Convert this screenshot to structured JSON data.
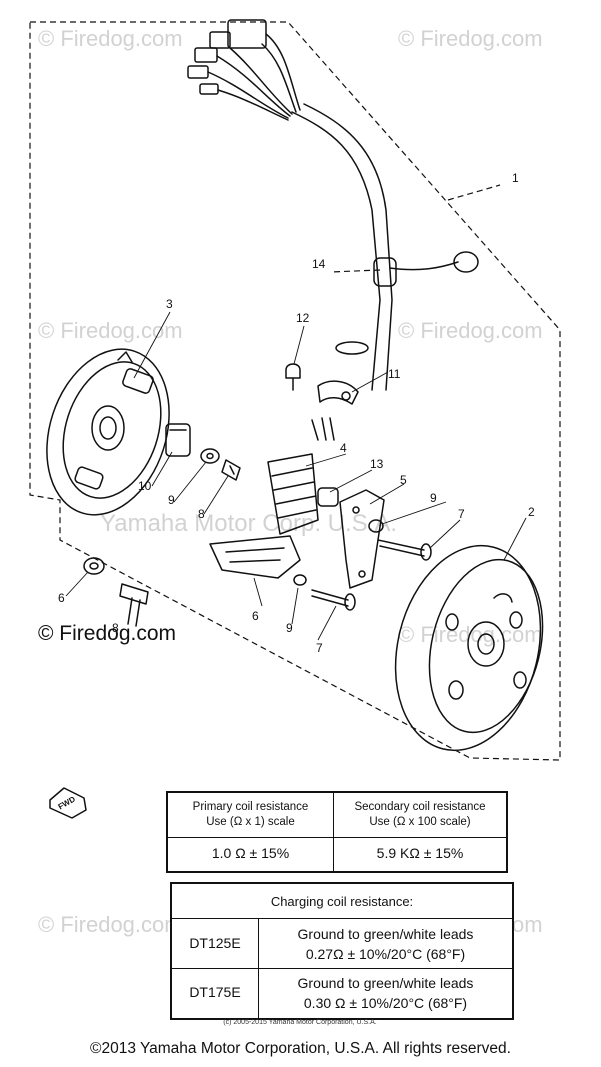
{
  "watermarks": {
    "firedog": "© Firedog.com",
    "yamaha": "Yamaha Motor Corp. U.S.A."
  },
  "brand_logo": "© Firedog.com",
  "callouts": [
    "1",
    "2",
    "3",
    "4",
    "5",
    "6",
    "6",
    "7",
    "7",
    "8",
    "8",
    "9",
    "9",
    "9",
    "10",
    "11",
    "12",
    "13",
    "14"
  ],
  "fwd_label": "FWD",
  "coil_table": {
    "primary_header_line1": "Primary coil resistance",
    "primary_header_line2": "Use (Ω x 1) scale",
    "secondary_header_line1": "Secondary coil resistance",
    "secondary_header_line2": "Use (Ω x 100 scale)",
    "primary_value": "1.0 Ω ± 15%",
    "secondary_value": "5.9 KΩ ± 15%"
  },
  "charging_table": {
    "header": "Charging coil resistance:",
    "rows": [
      {
        "model": "DT125E",
        "line1": "Ground to green/white leads",
        "line2": "0.27Ω ± 10%/20°C (68°F)"
      },
      {
        "model": "DT175E",
        "line1": "Ground to green/white leads",
        "line2": "0.30 Ω ± 10%/20°C (68°F)"
      }
    ]
  },
  "source_line": "(c) 2005-2015 Yamaha Motor Corporation, U.S.A.",
  "copyright": "©2013 Yamaha Motor Corporation, U.S.A. All rights reserved."
}
